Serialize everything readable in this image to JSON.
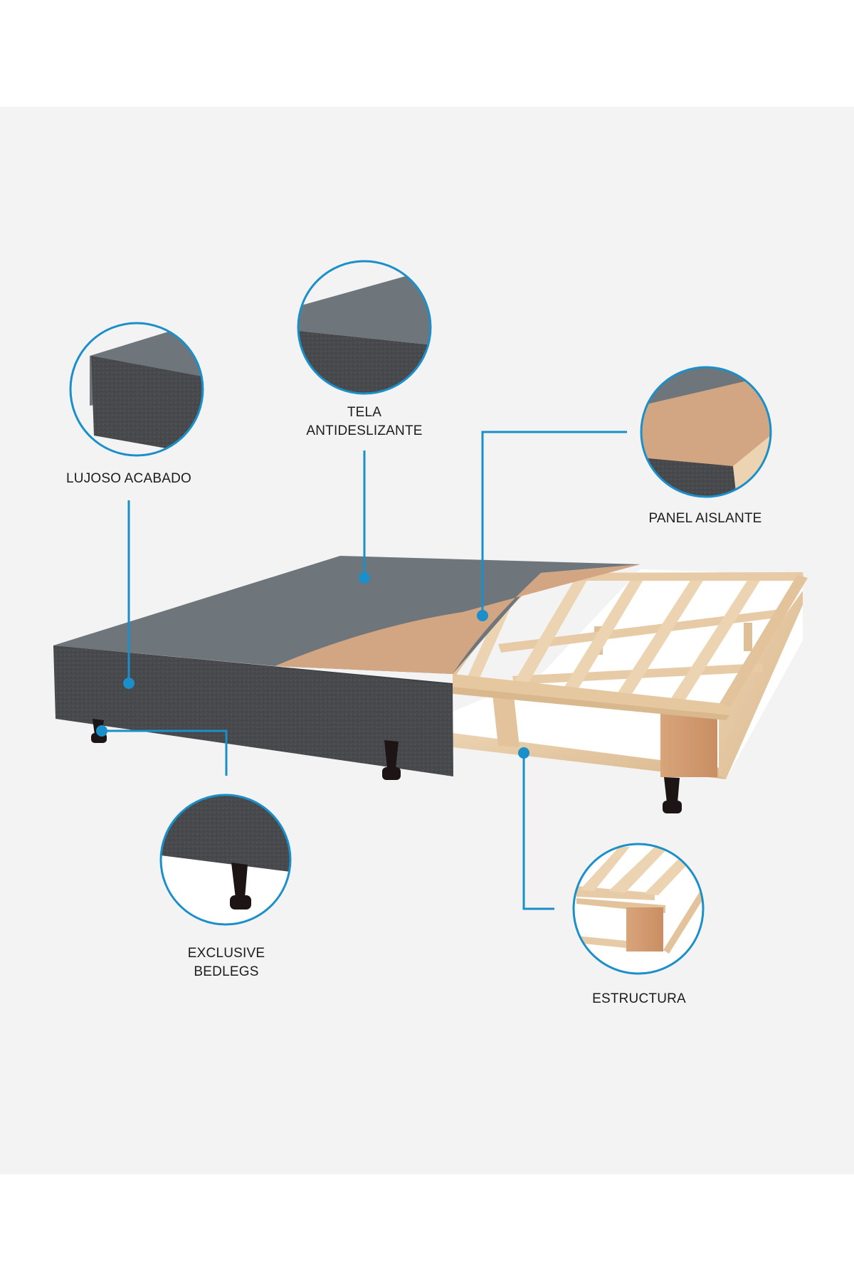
{
  "diagram": {
    "subject": "box spring bed base cutaway",
    "accent_color": "#1a8fc9",
    "background_color": "#f3f3f3",
    "callouts": [
      {
        "id": "lujoso-acabado",
        "lines": [
          "LUJOSO ACABADO"
        ],
        "zoom_image": "gray fabric edge"
      },
      {
        "id": "tela-antideslizante",
        "lines": [
          "TELA",
          "ANTIDESLIZANTE"
        ],
        "zoom_image": "anti-slip top fabric"
      },
      {
        "id": "panel-aislante",
        "lines": [
          "PANEL AISLANTE"
        ],
        "zoom_image": "beige insulating panel"
      },
      {
        "id": "exclusive-bedlegs",
        "lines": [
          "EXCLUSIVE",
          "BEDLEGS"
        ],
        "zoom_image": "black bed leg"
      },
      {
        "id": "estructura",
        "lines": [
          "ESTRUCTURA"
        ],
        "zoom_image": "wooden slat frame"
      }
    ]
  }
}
